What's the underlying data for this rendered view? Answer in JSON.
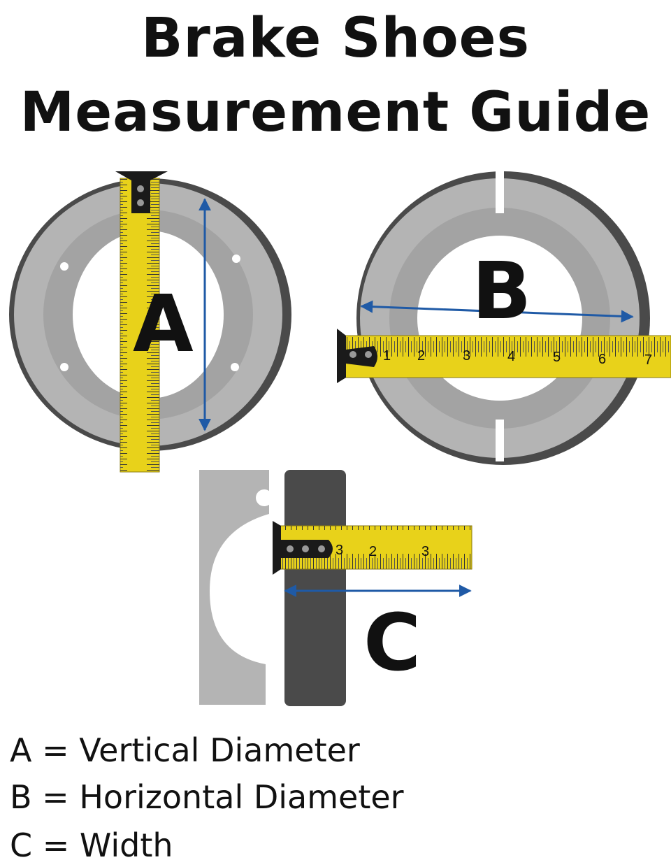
{
  "title": {
    "line1": "Brake Shoes",
    "line2": "Measurement Guide"
  },
  "labels": {
    "a": "A",
    "b": "B",
    "c": "C"
  },
  "tape_b_numbers": [
    "1",
    "2",
    "3",
    "4",
    "5",
    "6",
    "7"
  ],
  "tape_c_numbers": [
    "3",
    "2",
    "3"
  ],
  "legend": [
    "A = Vertical Diameter",
    "B = Horizontal Diameter",
    "C = Width"
  ],
  "colors": {
    "arrow": "#1f5aa6",
    "tape": "#e8d21a",
    "shoe": "#b4b4b4",
    "lining": "#4a4a4a"
  }
}
